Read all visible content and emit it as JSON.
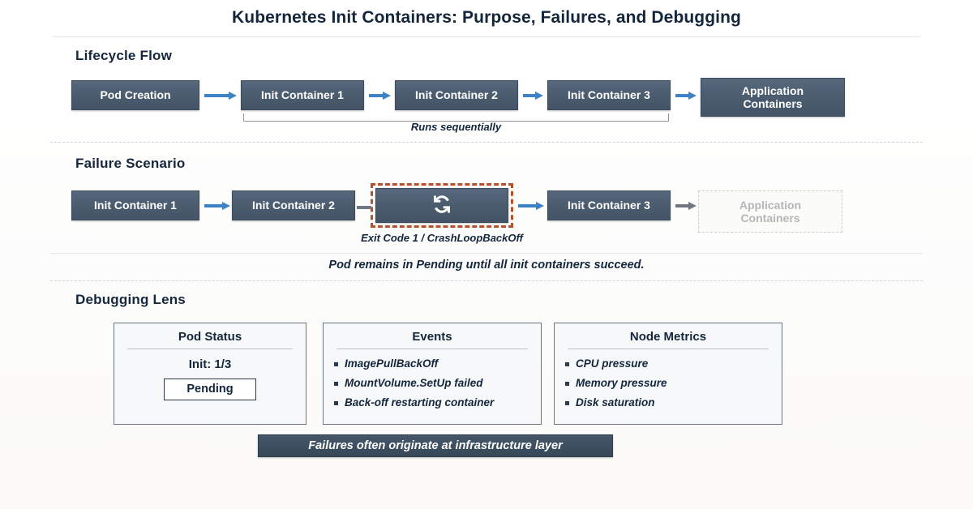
{
  "title": "Kubernetes Init Containers: Purpose, Failures, and Debugging",
  "sections": {
    "lifecycle": {
      "heading": "Lifecycle Flow",
      "nodes": [
        {
          "label": "Pod Creation"
        },
        {
          "label": "Init Container 1"
        },
        {
          "label": "Init Container 2"
        },
        {
          "label": "Init Container 3"
        },
        {
          "label_line1": "Application",
          "label_line2": "Containers"
        }
      ],
      "bracket_label": "Runs sequentially"
    },
    "failure": {
      "heading": "Failure Scenario",
      "nodes": [
        {
          "label": "Init Container 1"
        },
        {
          "label": "Init Container 2"
        },
        {
          "icon": "loop-restart-icon"
        },
        {
          "label": "Init Container 3"
        },
        {
          "label_line1": "Application",
          "label_line2": "Containers"
        }
      ],
      "crash_caption": "Exit Code 1 / CrashLoopBackOff",
      "note": "Pod remains in Pending until all init containers succeed."
    },
    "debugging": {
      "heading": "Debugging Lens",
      "cards": [
        {
          "title": "Pod Status",
          "init_line": "Init: 1/3",
          "status_badge": "Pending"
        },
        {
          "title": "Events",
          "items": [
            "ImagePullBackOff",
            "MountVolume.SetUp failed",
            "Back-off restarting container"
          ]
        },
        {
          "title": "Node Metrics",
          "items": [
            "CPU pressure",
            "Memory pressure",
            "Disk saturation"
          ]
        }
      ],
      "banner": "Failures often originate at infrastructure layer"
    }
  },
  "colors": {
    "box_fill": "#4c5d70",
    "arrow_blue": "#3c82c4",
    "arrow_gray": "#6f7780",
    "crash_border": "#b5502a",
    "ghost_text": "#b6b6b6",
    "text_dark": "#14263c",
    "background": "#fdfdfc"
  }
}
